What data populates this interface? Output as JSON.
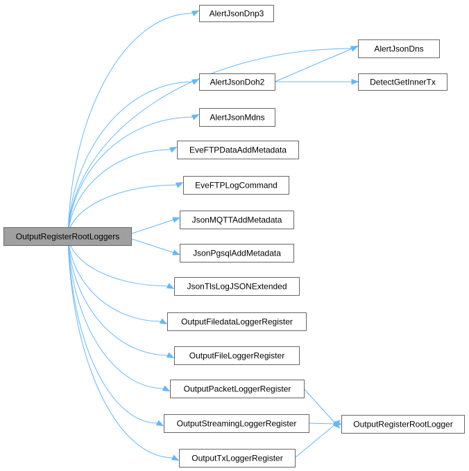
{
  "diagram": {
    "root": "OutputRegisterRootLoggers",
    "nodes": [
      {
        "id": "root",
        "label": "OutputRegisterRootLoggers",
        "root": true
      },
      {
        "id": "dnp3",
        "label": "AlertJsonDnp3"
      },
      {
        "id": "dns",
        "label": "AlertJsonDns"
      },
      {
        "id": "doh2",
        "label": "AlertJsonDoh2"
      },
      {
        "id": "innertx",
        "label": "DetectGetInnerTx"
      },
      {
        "id": "mdns",
        "label": "AlertJsonMdns"
      },
      {
        "id": "ftpdata",
        "label": "EveFTPDataAddMetadata"
      },
      {
        "id": "ftplog",
        "label": "EveFTPLogCommand"
      },
      {
        "id": "mqtt",
        "label": "JsonMQTTAddMetadata"
      },
      {
        "id": "pgsql",
        "label": "JsonPgsqlAddMetadata"
      },
      {
        "id": "tls",
        "label": "JsonTlsLogJSONExtended"
      },
      {
        "id": "filedata",
        "label": "OutputFiledataLoggerRegister"
      },
      {
        "id": "file",
        "label": "OutputFileLoggerRegister"
      },
      {
        "id": "packet",
        "label": "OutputPacketLoggerRegister"
      },
      {
        "id": "rootlogger",
        "label": "OutputRegisterRootLogger"
      },
      {
        "id": "streaming",
        "label": "OutputStreamingLoggerRegister"
      },
      {
        "id": "txlogger",
        "label": "OutputTxLoggerRegister"
      }
    ],
    "edges": [
      {
        "from": "root",
        "to": "dnp3"
      },
      {
        "from": "root",
        "to": "dns"
      },
      {
        "from": "root",
        "to": "doh2"
      },
      {
        "from": "root",
        "to": "mdns"
      },
      {
        "from": "root",
        "to": "ftpdata"
      },
      {
        "from": "root",
        "to": "ftplog"
      },
      {
        "from": "root",
        "to": "mqtt"
      },
      {
        "from": "root",
        "to": "pgsql"
      },
      {
        "from": "root",
        "to": "tls"
      },
      {
        "from": "root",
        "to": "filedata"
      },
      {
        "from": "root",
        "to": "file"
      },
      {
        "from": "root",
        "to": "packet"
      },
      {
        "from": "root",
        "to": "streaming"
      },
      {
        "from": "root",
        "to": "txlogger"
      },
      {
        "from": "doh2",
        "to": "dns"
      },
      {
        "from": "doh2",
        "to": "innertx"
      },
      {
        "from": "packet",
        "to": "rootlogger"
      },
      {
        "from": "streaming",
        "to": "rootlogger"
      },
      {
        "from": "txlogger",
        "to": "rootlogger"
      }
    ]
  }
}
